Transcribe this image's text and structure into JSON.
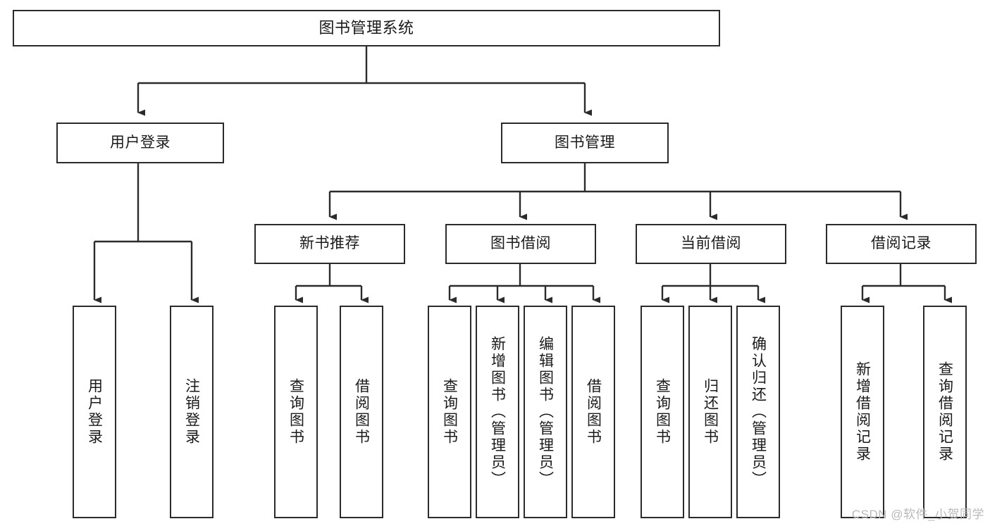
{
  "diagram": {
    "title": "图书管理系统",
    "type": "tree-structure-chart",
    "colors": {
      "node_border": "#2b2b2b",
      "node_fill": "#ffffff",
      "edge": "#2b2b2b",
      "text": "#1a1a1a",
      "watermark": "#b9b9b9",
      "background": "#ffffff"
    },
    "root": {
      "label": "图书管理系统"
    },
    "level2": [
      {
        "label": "用户登录"
      },
      {
        "label": "图书管理"
      }
    ],
    "level3": [
      {
        "label": "新书推荐"
      },
      {
        "label": "图书借阅"
      },
      {
        "label": "当前借阅"
      },
      {
        "label": "借阅记录"
      }
    ],
    "leaves": {
      "user_login": [
        {
          "label": "用户登录"
        },
        {
          "label": "注销登录"
        }
      ],
      "new_book_recommend": [
        {
          "label": "查询图书"
        },
        {
          "label": "借阅图书"
        }
      ],
      "book_borrow": [
        {
          "label": "查询图书"
        },
        {
          "label": "新增图书（管理员）"
        },
        {
          "label": "编辑图书（管理员）"
        },
        {
          "label": "借阅图书"
        }
      ],
      "current_borrow": [
        {
          "label": "查询图书"
        },
        {
          "label": "归还图书"
        },
        {
          "label": "确认归还（管理员）"
        }
      ],
      "borrow_record": [
        {
          "label": "新增借阅记录"
        },
        {
          "label": "查询借阅记录"
        }
      ]
    },
    "watermark": "CSDN @软件_小贺同学"
  }
}
